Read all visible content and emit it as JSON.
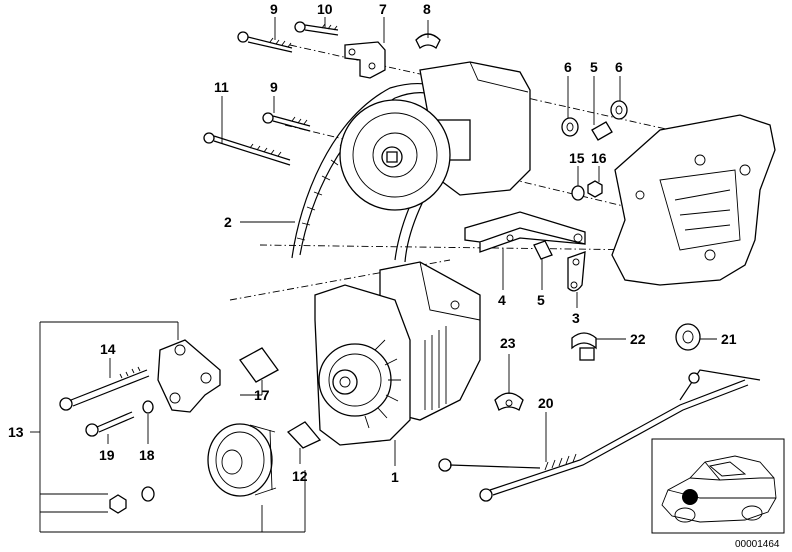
{
  "diagram": {
    "callouts": [
      {
        "id": "c9a",
        "text": "9"
      },
      {
        "id": "c10",
        "text": "10"
      },
      {
        "id": "c7",
        "text": "7"
      },
      {
        "id": "c8",
        "text": "8"
      },
      {
        "id": "c6a",
        "text": "6"
      },
      {
        "id": "c5a",
        "text": "5"
      },
      {
        "id": "c6b",
        "text": "6"
      },
      {
        "id": "c11",
        "text": "11"
      },
      {
        "id": "c9b",
        "text": "9"
      },
      {
        "id": "c15",
        "text": "15"
      },
      {
        "id": "c16",
        "text": "16"
      },
      {
        "id": "c2",
        "text": "2"
      },
      {
        "id": "c4",
        "text": "4"
      },
      {
        "id": "c5b",
        "text": "5"
      },
      {
        "id": "c3",
        "text": "3"
      },
      {
        "id": "c23",
        "text": "23"
      },
      {
        "id": "c22",
        "text": "22"
      },
      {
        "id": "c21",
        "text": "21"
      },
      {
        "id": "c14",
        "text": "14"
      },
      {
        "id": "c17",
        "text": "17"
      },
      {
        "id": "c13",
        "text": "13"
      },
      {
        "id": "c19",
        "text": "19"
      },
      {
        "id": "c18",
        "text": "18"
      },
      {
        "id": "c12",
        "text": "12"
      },
      {
        "id": "c1",
        "text": "1"
      },
      {
        "id": "c20",
        "text": "20"
      }
    ],
    "reference_number": "00001464"
  }
}
